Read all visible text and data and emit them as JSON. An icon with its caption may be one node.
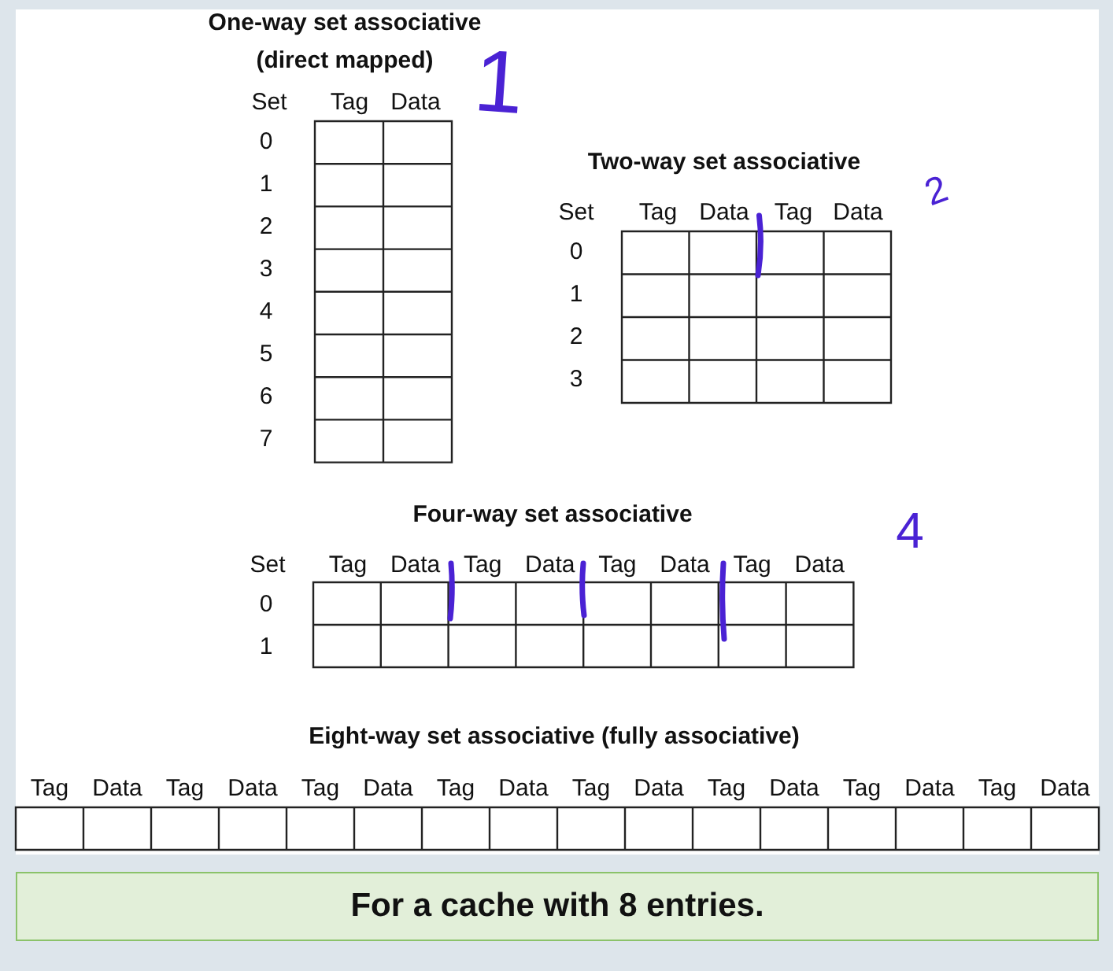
{
  "diagram": {
    "caption": "For a cache with 8 entries.",
    "labels": [
      "One-way set associative (direct mapped)",
      "1",
      "Set",
      "Tag",
      "Data",
      "0",
      "1",
      "2",
      "3",
      "4",
      "5",
      "6",
      "7",
      "Two-way set associative",
      "2",
      "Set",
      "Tag",
      "Data",
      "Tag",
      "Data",
      "0",
      "1",
      "2",
      "3",
      "Four-way set associative",
      "4",
      "Set",
      "Tag",
      "Data",
      "Tag",
      "Data",
      "Tag",
      "Data",
      "Tag",
      "Data",
      "0",
      "1",
      "Eight-way set associative (fully associative)",
      "Tag",
      "Data",
      "Tag",
      "Data",
      "Tag",
      "Data",
      "Tag",
      "Data",
      "Tag",
      "Data",
      "Tag",
      "Data",
      "Tag",
      "Data",
      "Tag",
      "Data"
    ]
  }
}
